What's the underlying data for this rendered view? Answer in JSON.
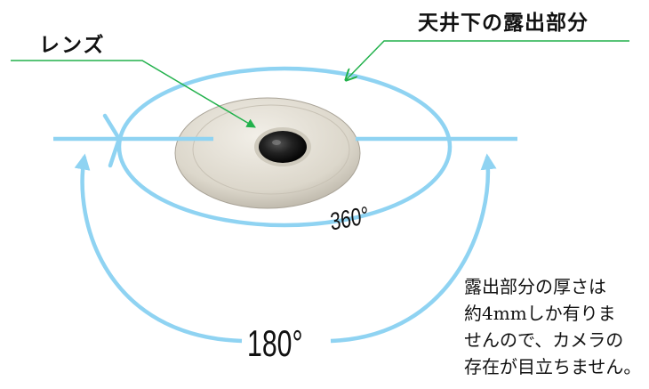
{
  "labels": {
    "lens": "レンズ",
    "exposed_part": "天井下の露出部分",
    "angle_360": "360°",
    "angle_180": "180°"
  },
  "note": {
    "lines": [
      "露出部分の厚さは",
      "約4mmしか有りま",
      "せんので、カメラの",
      "存在が目立ちません。"
    ]
  },
  "colors": {
    "arc": "#8fd3f2",
    "leader": "#22b14c",
    "camera_body": "#d9d4c8",
    "lens": "#1a1a1a",
    "text": "#111111"
  }
}
